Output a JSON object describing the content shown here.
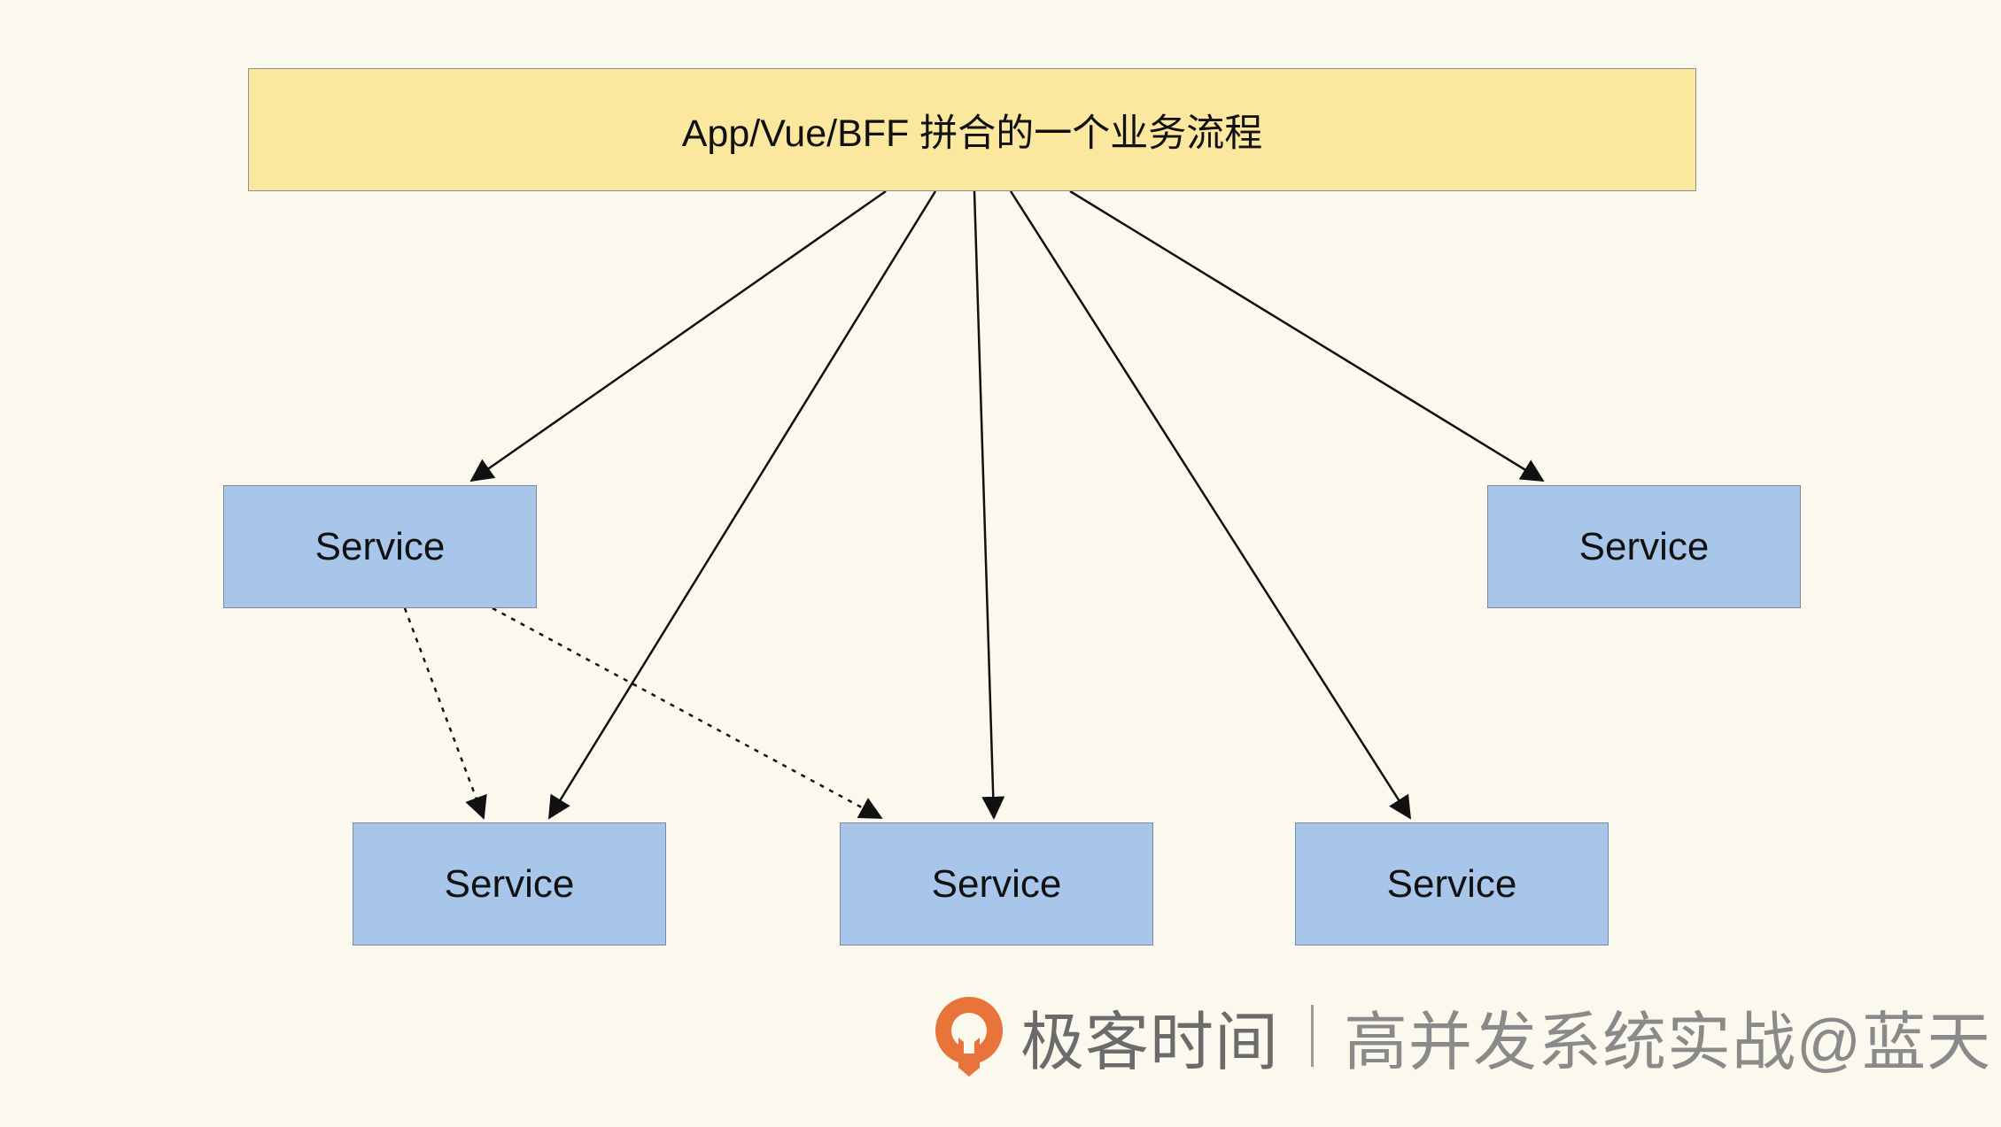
{
  "diagram": {
    "top_node": {
      "label": "App/Vue/BFF 拼合的一个业务流程"
    },
    "services": [
      {
        "id": "svc-1",
        "label": "Service"
      },
      {
        "id": "svc-2",
        "label": "Service"
      },
      {
        "id": "svc-3",
        "label": "Service"
      },
      {
        "id": "svc-4",
        "label": "Service"
      },
      {
        "id": "svc-5",
        "label": "Service"
      }
    ],
    "edges": [
      {
        "from": "top",
        "to": "svc-1",
        "style": "solid"
      },
      {
        "from": "top",
        "to": "svc-3",
        "style": "solid"
      },
      {
        "from": "top",
        "to": "svc-4",
        "style": "solid"
      },
      {
        "from": "top",
        "to": "svc-5",
        "style": "solid"
      },
      {
        "from": "top",
        "to": "svc-2",
        "style": "solid"
      },
      {
        "from": "svc-1",
        "to": "svc-3",
        "style": "dashed"
      },
      {
        "from": "svc-1",
        "to": "svc-4",
        "style": "dashed"
      }
    ]
  },
  "colors": {
    "background": "#fbf8ee",
    "top_node_fill": "#fce79e",
    "service_fill": "#a7c6ea",
    "arrow": "#111111",
    "logo_orange": "#e8743b"
  },
  "watermark": {
    "logo_icon": "geektime-logo-icon",
    "brand": "极客时间",
    "course": "高并发系统实战@蓝天"
  }
}
